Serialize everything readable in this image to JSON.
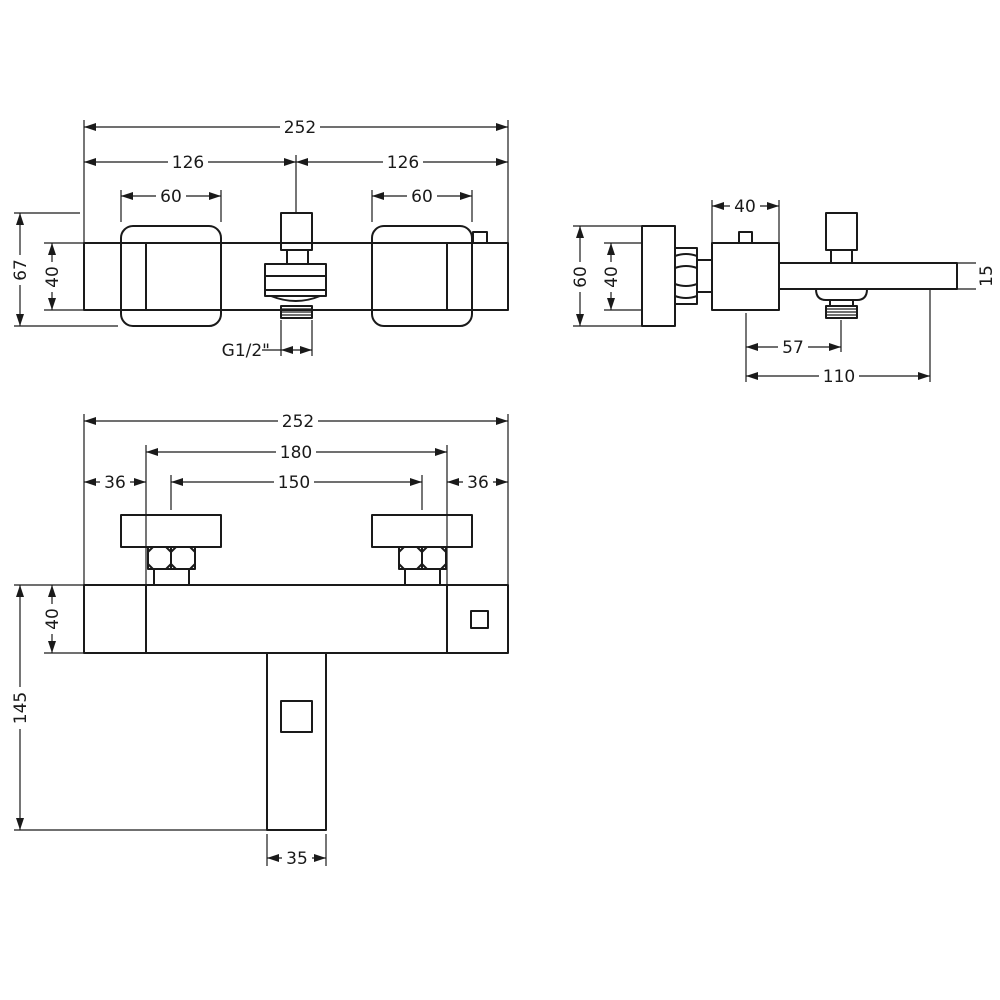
{
  "drawing": {
    "front": {
      "overall_width": "252",
      "half_left": "126",
      "half_right": "126",
      "handle_left": "60",
      "handle_right": "60",
      "height": "67",
      "body_height": "40",
      "thread": "G1/2\""
    },
    "side": {
      "top_width": "40",
      "height": "60",
      "body_height": "40",
      "spout_thickness": "15",
      "outlet_offset": "57",
      "spout_length": "110"
    },
    "top": {
      "overall_width": "252",
      "eccentric_span": "180",
      "inlet_centres": "150",
      "end_left": "36",
      "end_right": "36",
      "body_depth": "40",
      "total_depth": "145",
      "spout_width": "35"
    }
  }
}
